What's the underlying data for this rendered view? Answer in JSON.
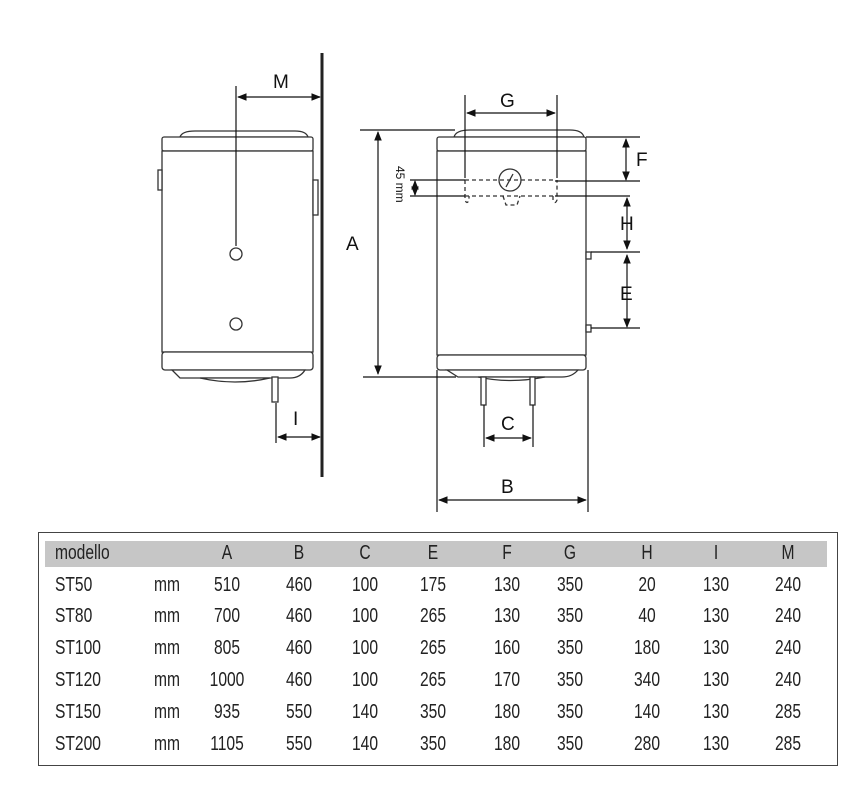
{
  "diagram": {
    "labels": {
      "M": "M",
      "I": "I",
      "A": "A",
      "G": "G",
      "F": "F",
      "H": "H",
      "E": "E",
      "C": "C",
      "B": "B",
      "offset": "45 mm"
    }
  },
  "table": {
    "headers": [
      "modello",
      "",
      "A",
      "B",
      "C",
      "E",
      "F",
      "G",
      "H",
      "I",
      "M"
    ],
    "rows": [
      [
        "ST50",
        "mm",
        "510",
        "460",
        "100",
        "175",
        "130",
        "350",
        "20",
        "130",
        "240"
      ],
      [
        "ST80",
        "mm",
        "700",
        "460",
        "100",
        "265",
        "130",
        "350",
        "40",
        "130",
        "240"
      ],
      [
        "ST100",
        "mm",
        "805",
        "460",
        "100",
        "265",
        "160",
        "350",
        "180",
        "130",
        "240"
      ],
      [
        "ST120",
        "mm",
        "1000",
        "460",
        "100",
        "265",
        "170",
        "350",
        "340",
        "130",
        "240"
      ],
      [
        "ST150",
        "mm",
        "935",
        "550",
        "140",
        "350",
        "180",
        "350",
        "140",
        "130",
        "285"
      ],
      [
        "ST200",
        "mm",
        "1105",
        "550",
        "140",
        "350",
        "180",
        "350",
        "280",
        "130",
        "285"
      ]
    ]
  }
}
